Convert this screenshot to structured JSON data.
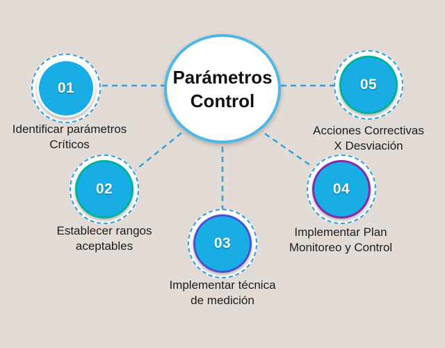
{
  "title": {
    "line1": "Parámetros",
    "line2": "Control"
  },
  "colors": {
    "background": "#e3dcd6",
    "connector": "#2d9fdb",
    "center_border": "#4cb8e8",
    "center_fill": "#ffffff",
    "node_fill": "#18ade5",
    "number_text": "#ffffff",
    "label_text": "#1b1b1b"
  },
  "nodes": [
    {
      "number": "01",
      "ring": "#ffffff",
      "label_line1": "Identificar parámetros",
      "label_line2": "Críticos"
    },
    {
      "number": "02",
      "ring": "#00b398",
      "label_line1": "Establecer rangos",
      "label_line2": "aceptables"
    },
    {
      "number": "03",
      "ring": "#4a52d1",
      "label_line1": "Implementar técnica",
      "label_line2": "de medición"
    },
    {
      "number": "04",
      "ring": "#8429a8",
      "label_line1": "Implementar Plan",
      "label_line2": "Monitoreo y Control"
    },
    {
      "number": "05",
      "ring": "#00b398",
      "label_line1": "Acciones Correctivas",
      "label_line2": "X Desviación"
    }
  ]
}
